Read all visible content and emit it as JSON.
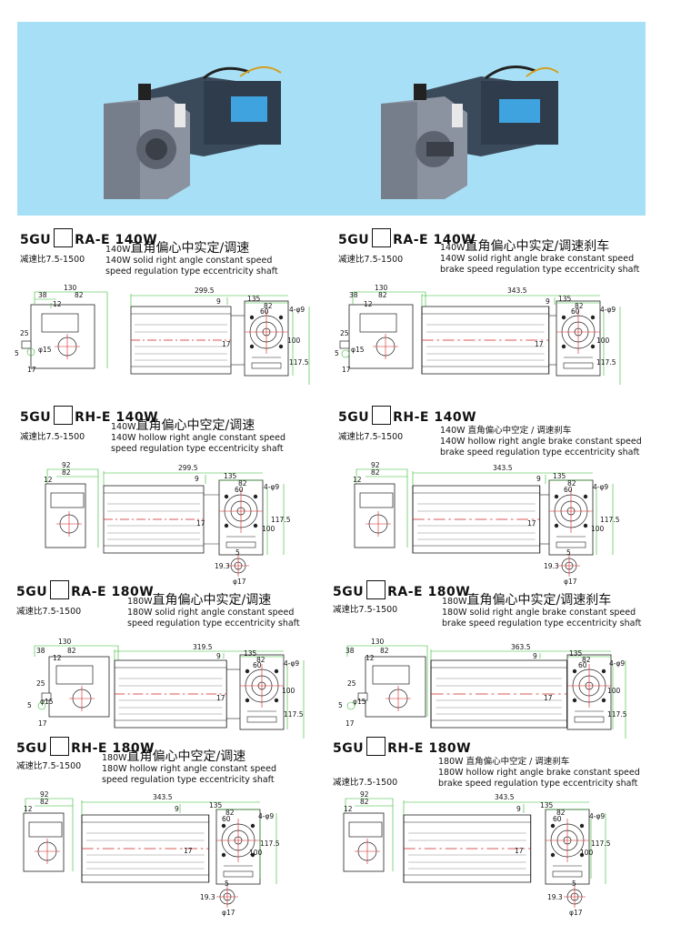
{
  "colors": {
    "banner": "#a7e0f6",
    "dimension_line": "#2fb82f",
    "center_line": "#d42020",
    "outline": "#222222"
  },
  "entries": [
    {
      "model_prefix": "5GU",
      "model_suffix": "RA-E  140W",
      "ratio": "减速比7.5-1500",
      "power": "140W",
      "name_zh": "直角偏心中实定/调速",
      "en1": "140W solid right angle constant speed",
      "en2": "speed regulation type eccentricity shaft",
      "dims": {
        "total": "299.5",
        "d9": "9",
        "d135": "135",
        "d82": "82",
        "d60": "60",
        "holes": "4-φ9",
        "d17": "17",
        "d100": "100",
        "d117": "117.5",
        "s130": "130",
        "s38": "38",
        "s82": "82",
        "s12": "12",
        "s25": "25",
        "s5": "5",
        "s15": "φ15",
        "s17": "17"
      }
    },
    {
      "model_prefix": "5GU",
      "model_suffix": "RA-E  140W",
      "ratio": "减速比7.5-1500",
      "power": "140W",
      "name_zh": "直角偏心中实定/调速刹车",
      "en1": "140W solid right angle brake constant speed",
      "en2": "brake speed regulation type eccentricity shaft",
      "dims": {
        "total": "343.5",
        "d9": "9",
        "d135": "135",
        "d82": "82",
        "d60": "60",
        "holes": "4-φ9",
        "d17": "17",
        "d100": "100",
        "d117": "117.5",
        "s130": "130",
        "s38": "38",
        "s82": "82",
        "s12": "12",
        "s25": "25",
        "s5": "5",
        "s15": "φ15",
        "s17": "17"
      }
    },
    {
      "model_prefix": "5GU",
      "model_suffix": "RH-E  140W",
      "ratio": "减速比7.5-1500",
      "power": "140W",
      "name_zh": "直角偏心中空定/调速",
      "en1": "140W hollow right angle constant speed",
      "en2": "speed regulation type eccentricity shaft",
      "dims": {
        "total": "299.5",
        "d9": "9",
        "d135": "135",
        "d82": "82",
        "d60": "60",
        "holes": "4-φ9",
        "d17": "17",
        "d100": "100",
        "d117": "117.5",
        "s92": "92",
        "s82": "82",
        "s12": "12",
        "b5": "5",
        "b19": "19.3",
        "b17": "φ17"
      }
    },
    {
      "model_prefix": "5GU",
      "model_suffix": "RH-E  140W",
      "ratio": "减速比7.5-1500",
      "power": "140W",
      "name_zh": "直角偏心中空定 / 调速刹车",
      "en1": "140W hollow right angle brake constant speed",
      "en2": "brake speed regulation type eccentricity shaft",
      "dims": {
        "total": "343.5",
        "d9": "9",
        "d135": "135",
        "d82": "82",
        "d60": "60",
        "holes": "4-φ9",
        "d17": "17",
        "d100": "100",
        "d117": "117.5",
        "s92": "92",
        "s82": "82",
        "s12": "12",
        "b5": "5",
        "b19": "19.3",
        "b17": "φ17"
      }
    },
    {
      "model_prefix": "5GU",
      "model_suffix": "RA-E  180W",
      "ratio": "减速比7.5-1500",
      "power": "180W",
      "name_zh": "直角偏心中实定/调速",
      "en1": "180W solid right angle constant speed",
      "en2": "speed regulation type eccentricity shaft",
      "dims": {
        "total": "319.5",
        "d9": "9",
        "d135": "135",
        "d82": "82",
        "d60": "60",
        "holes": "4-φ9",
        "d17": "17",
        "d100": "100",
        "d117": "117.5",
        "s130": "130",
        "s38": "38",
        "s82": "82",
        "s12": "12",
        "s25": "25",
        "s5": "5",
        "s15": "φ15",
        "s17": "17"
      }
    },
    {
      "model_prefix": "5GU",
      "model_suffix": "RA-E  180W",
      "ratio": "减速比7.5-1500",
      "power": "180W",
      "name_zh": "直角偏心中实定/调速刹车",
      "en1": "180W solid right angle brake constant speed",
      "en2": "brake speed regulation type eccentricity shaft",
      "dims": {
        "total": "363.5",
        "d9": "9",
        "d135": "135",
        "d82": "82",
        "d60": "60",
        "holes": "4-φ9",
        "d17": "17",
        "d100": "100",
        "d117": "117.5",
        "s130": "130",
        "s38": "38",
        "s82": "82",
        "s12": "12",
        "s25": "25",
        "s5": "5",
        "s15": "φ15",
        "s17": "17"
      }
    },
    {
      "model_prefix": "5GU",
      "model_suffix": "RH-E  180W",
      "ratio": "减速比7.5-1500",
      "power": "180W",
      "name_zh": "直角偏心中空定/调速",
      "en1": "180W hollow right angle constant speed",
      "en2": "speed regulation type eccentricity shaft",
      "dims": {
        "total": "343.5",
        "d9": "9",
        "d135": "135",
        "d82": "82",
        "d60": "60",
        "holes": "4-φ9",
        "d17": "17",
        "d100": "100",
        "d117": "117.5",
        "s92": "92",
        "s82": "82",
        "s12": "12",
        "b5": "5",
        "b19": "19.3",
        "b17": "φ17"
      }
    },
    {
      "model_prefix": "5GU",
      "model_suffix": "RH-E  180W",
      "ratio": "减速比7.5-1500",
      "power": "180W",
      "name_zh": "直角偏心中空定 / 调速刹车",
      "en1": "180W hollow right angle brake constant speed",
      "en2": "brake speed regulation type eccentricity shaft",
      "dims": {
        "total": "343.5",
        "d9": "9",
        "d135": "135",
        "d82": "82",
        "d60": "60",
        "holes": "4-φ9",
        "d17": "17",
        "d100": "100",
        "d117": "117.5",
        "s92": "92",
        "s82": "82",
        "s12": "12",
        "b5": "5",
        "b19": "19.3",
        "b17": "φ17"
      }
    }
  ]
}
